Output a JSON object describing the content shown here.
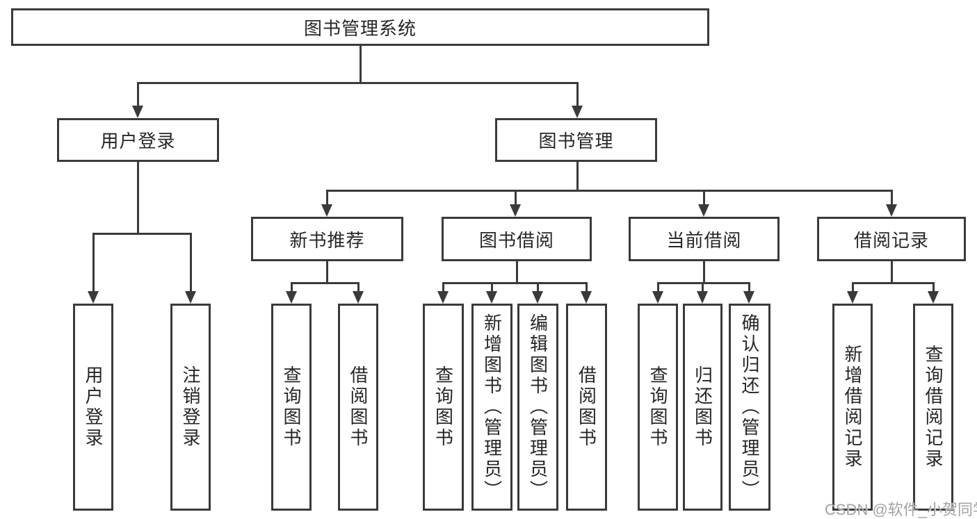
{
  "diagram_type": "hierarchy-tree",
  "title": {
    "label": "图书管理系统"
  },
  "level2": {
    "user_login": "用户登录",
    "book_mgmt": "图书管理"
  },
  "level3": {
    "new_books": "新书推荐",
    "borrow": "图书借阅",
    "current": "当前借阅",
    "records": "借阅记录"
  },
  "leaves": {
    "login": "用户登录",
    "logout": "注销登录",
    "nb_query": "查询图书",
    "nb_borrow": "借阅图书",
    "bw_query": "查询图书",
    "bw_add": "新增图书（管理员）",
    "bw_edit": "编辑图书（管理员）",
    "bw_borrow": "借阅图书",
    "cur_query": "查询图书",
    "cur_return": "归还图书",
    "cur_confirm": "确认归还（管理员）",
    "rec_add": "新增借阅记录",
    "rec_query": "查询借阅记录"
  },
  "watermark": "CSDN @软件_小贺同学",
  "colors": {
    "line": "#3a3a3a",
    "box_border": "#3a3a3a",
    "box_fill": "#ffffff",
    "text": "#262626",
    "watermark": "#a3a3a3",
    "background": "#ffffff"
  }
}
